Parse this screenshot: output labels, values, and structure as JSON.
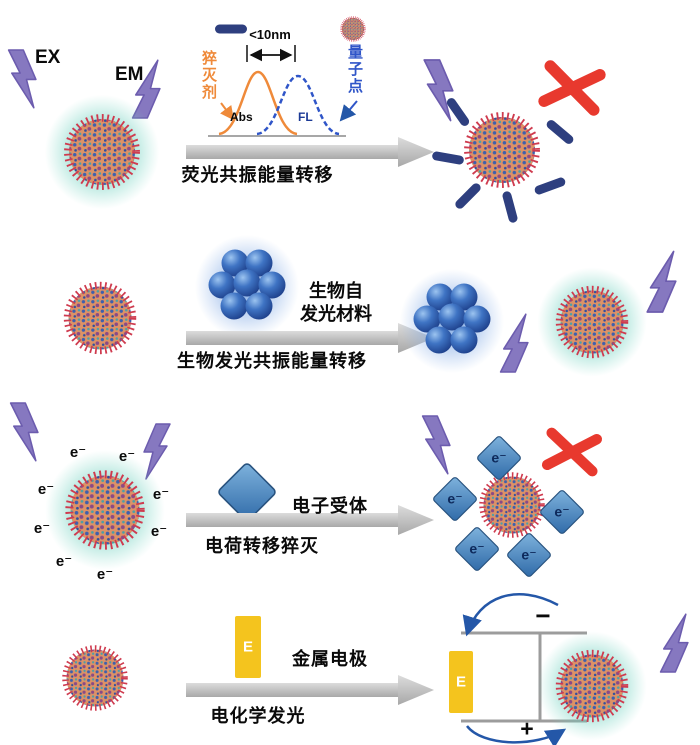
{
  "labels": {
    "ex": "EX",
    "em": "EM",
    "electron": "e⁻",
    "electrode_letter": "E",
    "plus": "+",
    "minus": "−"
  },
  "spectra": {
    "quencher": "猝灭剂",
    "quantum_dot": "量子点",
    "distance": "<10nm",
    "abs": "Abs",
    "fl": "FL"
  },
  "rows": [
    {
      "caption": "荧光共振能量转移"
    },
    {
      "material_line1": "生物自",
      "material_line2": "发光材料",
      "caption": "生物发光共振能量转移"
    },
    {
      "acceptor": "电子受体",
      "caption": "电荷转移猝灭"
    },
    {
      "electrode": "金属电极",
      "caption": "电化学发光"
    }
  ],
  "colors": {
    "glow_teal": "#5fc7b0",
    "glow_blue": "#7fa8e4",
    "bolt_purple": "#8678c0",
    "rod_navy": "#2e3f7f",
    "diamond_blue": "#4a7fb5",
    "electrode_yellow": "#f4c41e",
    "cross_red": "#e8392e",
    "quencher_orange": "#ef8a3a",
    "qd_curve_blue": "#2f55c8",
    "qd_shell_red": "#cf3b4f",
    "arrow_gray": "#c4c4c4",
    "circuit_gray": "#9c9c9c",
    "flow_arrow_blue": "#2457a8"
  }
}
